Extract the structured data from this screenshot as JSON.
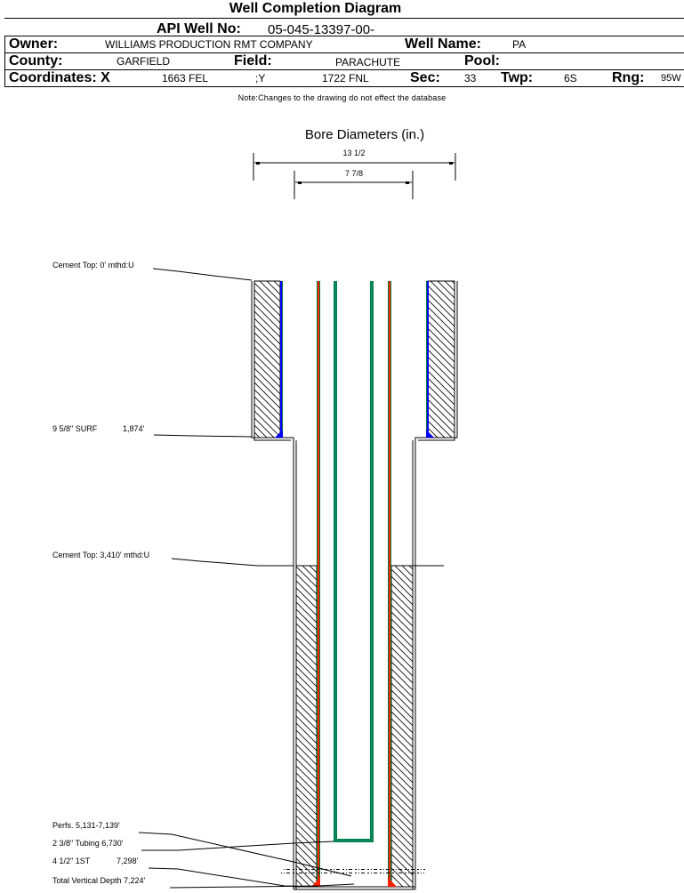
{
  "title": "Well Completion Diagram",
  "header": {
    "api_label": "API Well No:",
    "api_value": "05-045-13397-00-",
    "owner_label": "Owner:",
    "owner_value": "WILLIAMS PRODUCTION RMT COMPANY",
    "well_name_label": "Well Name:",
    "well_name_value": "PA",
    "county_label": "County:",
    "county_value": "GARFIELD",
    "field_label": "Field:",
    "field_value": "PARACHUTE",
    "pool_label": "Pool:",
    "pool_value": "",
    "coord_x_label": "Coordinates: X",
    "coord_x_value": "1663 FEL",
    "coord_y_label": ";Y",
    "coord_y_value": "1722 FNL",
    "sec_label": "Sec:",
    "sec_value": "33",
    "twp_label": "Twp:",
    "twp_value": "6S",
    "rng_label": "Rng:",
    "rng_value": "95W"
  },
  "note": "Note:Changes to the drawing do not effect the database",
  "diagram": {
    "bore_title": "Bore Diameters (in.)",
    "bore_diameters": [
      "13 1/2",
      "7 7/8"
    ],
    "annotations": [
      {
        "id": "cement-top-surface",
        "text": "Cement Top: 0' mthd:U"
      },
      {
        "id": "surface-casing",
        "text": "9 5/8\" SURF",
        "depth": "1,874'"
      },
      {
        "id": "cement-top-production",
        "text": "Cement Top: 3,410' mthd:U"
      },
      {
        "id": "perforations",
        "text": "Perfs. 5,131-7,139'"
      },
      {
        "id": "tubing",
        "text": "2 3/8\" Tubing 6,730'"
      },
      {
        "id": "production-casing",
        "text": "4 1/2\" 1ST",
        "depth": "7,298'"
      },
      {
        "id": "total-depth",
        "text": "Total Vertical Depth 7,224'"
      }
    ],
    "colors": {
      "surface_casing": "#0000ff",
      "production_casing": "#ff2000",
      "casing_outline": "#008040",
      "tubing": "#008060",
      "tubing_inner": "#0080a0"
    }
  }
}
